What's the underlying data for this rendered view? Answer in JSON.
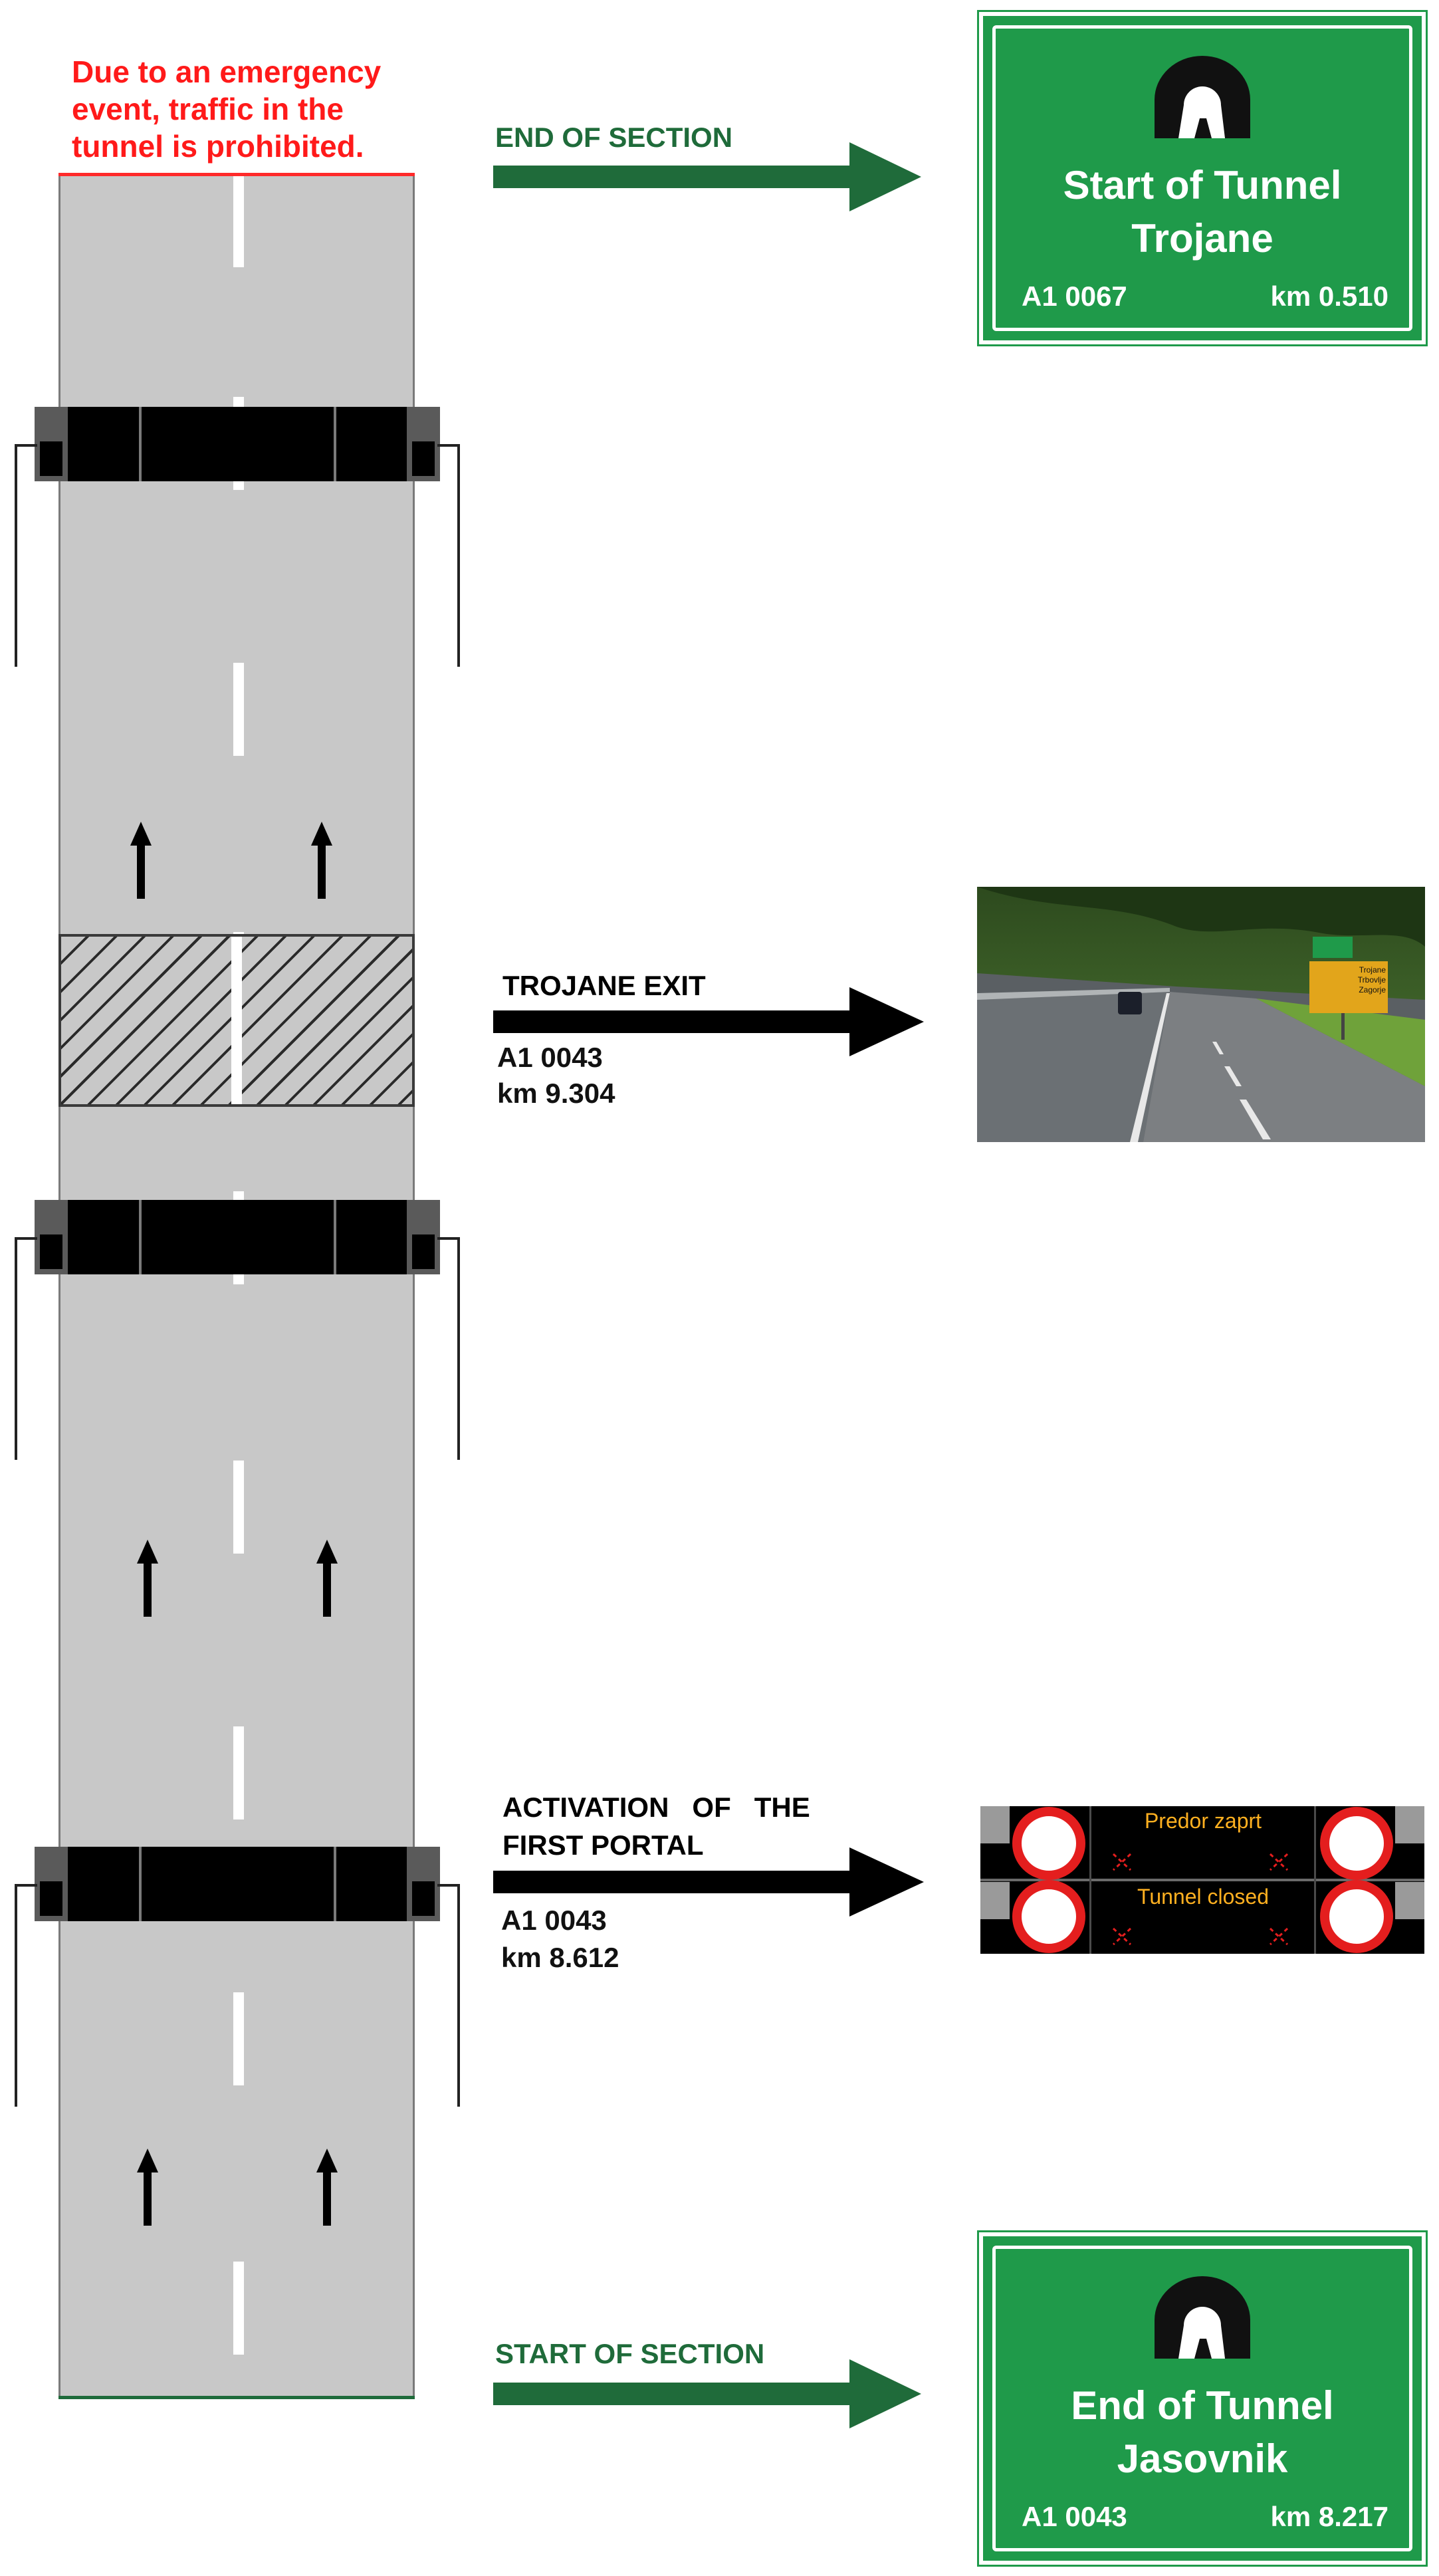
{
  "note": {
    "line1": "Due to an emergency",
    "line2": "event, traffic in the",
    "line3": "tunnel is prohibited."
  },
  "arrows": [
    {
      "label": "END OF SECTION",
      "color": "#1f6b3a"
    },
    {
      "label": "TROJANE EXIT",
      "sub1": "A1 0043",
      "sub2": "km 9.304",
      "color": "#000000"
    },
    {
      "label1": "ACTIVATION   OF   THE",
      "label2": "FIRST PORTAL",
      "sub1": "A1 0043",
      "sub2": "km 8.612",
      "color": "#000000"
    },
    {
      "label": "START OF SECTION",
      "color": "#1f6b3a"
    }
  ],
  "sign_top": {
    "title": "Start of Tunnel",
    "name": "Trojane",
    "road": "A1 0067",
    "km": "km 0.510",
    "icon": "tunnel-icon"
  },
  "sign_bottom": {
    "title": "End of Tunnel",
    "name": "Jasovnik",
    "road": "A1 0043",
    "km": "km 8.217",
    "icon": "tunnel-icon"
  },
  "photo_sign": {
    "lines": [
      "Trojane",
      "Trbovlje",
      "Zagorje"
    ]
  },
  "vms": {
    "line1": "Predor zaprt",
    "line2": "Tunnel closed"
  },
  "colors": {
    "sign_green": "#1f9a4a",
    "warning_red": "#ff1a1a",
    "arrow_green": "#1f6b3a",
    "vms_text": "#ffb020"
  }
}
